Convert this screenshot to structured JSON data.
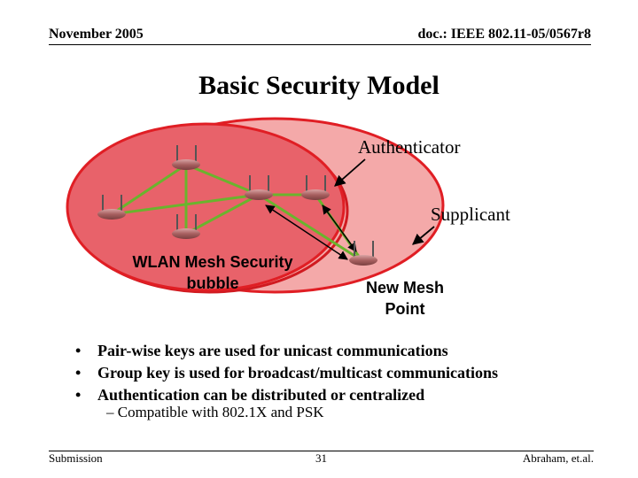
{
  "header": {
    "date": "November 2005",
    "doc_id": "doc.: IEEE 802.11-05/0567r8"
  },
  "title": "Basic Security Model",
  "diagram": {
    "authenticator_label": "Authenticator",
    "supplicant_label": "Supplicant",
    "bubble_label_line1": "WLAN Mesh Security",
    "bubble_label_line2": "bubble",
    "new_point_line1": "New Mesh",
    "new_point_line2": "Point",
    "colors": {
      "outer_bubble": "#f4a9a9",
      "inner_bubble": "#e8626a",
      "bubble_outline": "#e01e24",
      "link": "#6ab42d"
    }
  },
  "bullets": [
    "Pair-wise keys are used for unicast communications",
    "Group key is used for broadcast/multicast communications",
    "Authentication can be distributed or centralized"
  ],
  "sub_bullet": "Compatible with 802.1X and PSK",
  "footer": {
    "left": "Submission",
    "page": "31",
    "right": "Abraham, et.al."
  }
}
